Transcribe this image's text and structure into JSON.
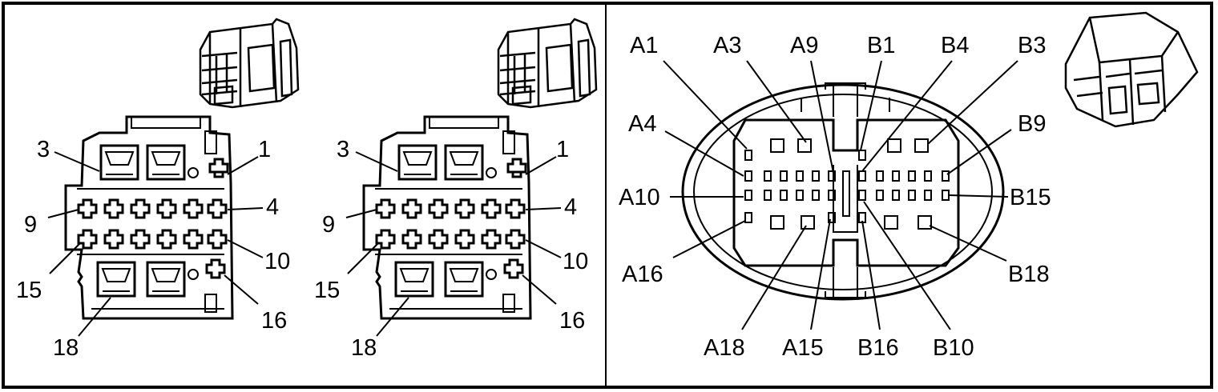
{
  "panels": [
    {
      "id": "connector-1",
      "callouts": [
        {
          "text": "3"
        },
        {
          "text": "1"
        },
        {
          "text": "9"
        },
        {
          "text": "4"
        },
        {
          "text": "15"
        },
        {
          "text": "10"
        },
        {
          "text": "16"
        },
        {
          "text": "18"
        }
      ]
    },
    {
      "id": "connector-2",
      "callouts": [
        {
          "text": "3"
        },
        {
          "text": "1"
        },
        {
          "text": "9"
        },
        {
          "text": "4"
        },
        {
          "text": "15"
        },
        {
          "text": "10"
        },
        {
          "text": "16"
        },
        {
          "text": "18"
        }
      ]
    },
    {
      "id": "connector-3",
      "callouts": [
        {
          "text": "A1"
        },
        {
          "text": "A3"
        },
        {
          "text": "A9"
        },
        {
          "text": "B1"
        },
        {
          "text": "B4"
        },
        {
          "text": "B3"
        },
        {
          "text": "A4"
        },
        {
          "text": "B9"
        },
        {
          "text": "A10"
        },
        {
          "text": "B15"
        },
        {
          "text": "A16"
        },
        {
          "text": "B18"
        },
        {
          "text": "A18"
        },
        {
          "text": "A15"
        },
        {
          "text": "B16"
        },
        {
          "text": "B10"
        }
      ]
    }
  ]
}
